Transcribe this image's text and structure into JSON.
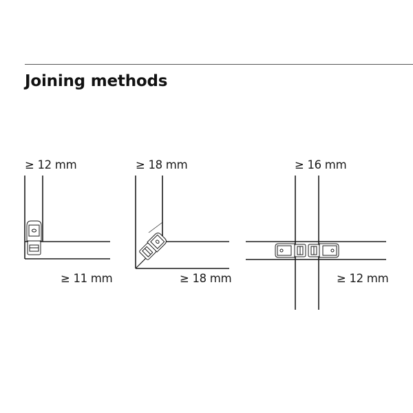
{
  "header": {
    "title": "Joining methods"
  },
  "diagrams": [
    {
      "name": "corner-joint",
      "label_top": "≥ 12 mm",
      "label_bottom": "≥ 11 mm"
    },
    {
      "name": "mitre-joint",
      "label_top": "≥ 18 mm",
      "label_bottom": "≥ 18 mm"
    },
    {
      "name": "butt-joint",
      "label_top": "≥ 16 mm",
      "label_bottom": "≥ 12 mm"
    }
  ],
  "colors": {
    "line": "#1a1a1a",
    "rule": "#555555",
    "connector_fill": "#ffffff"
  }
}
